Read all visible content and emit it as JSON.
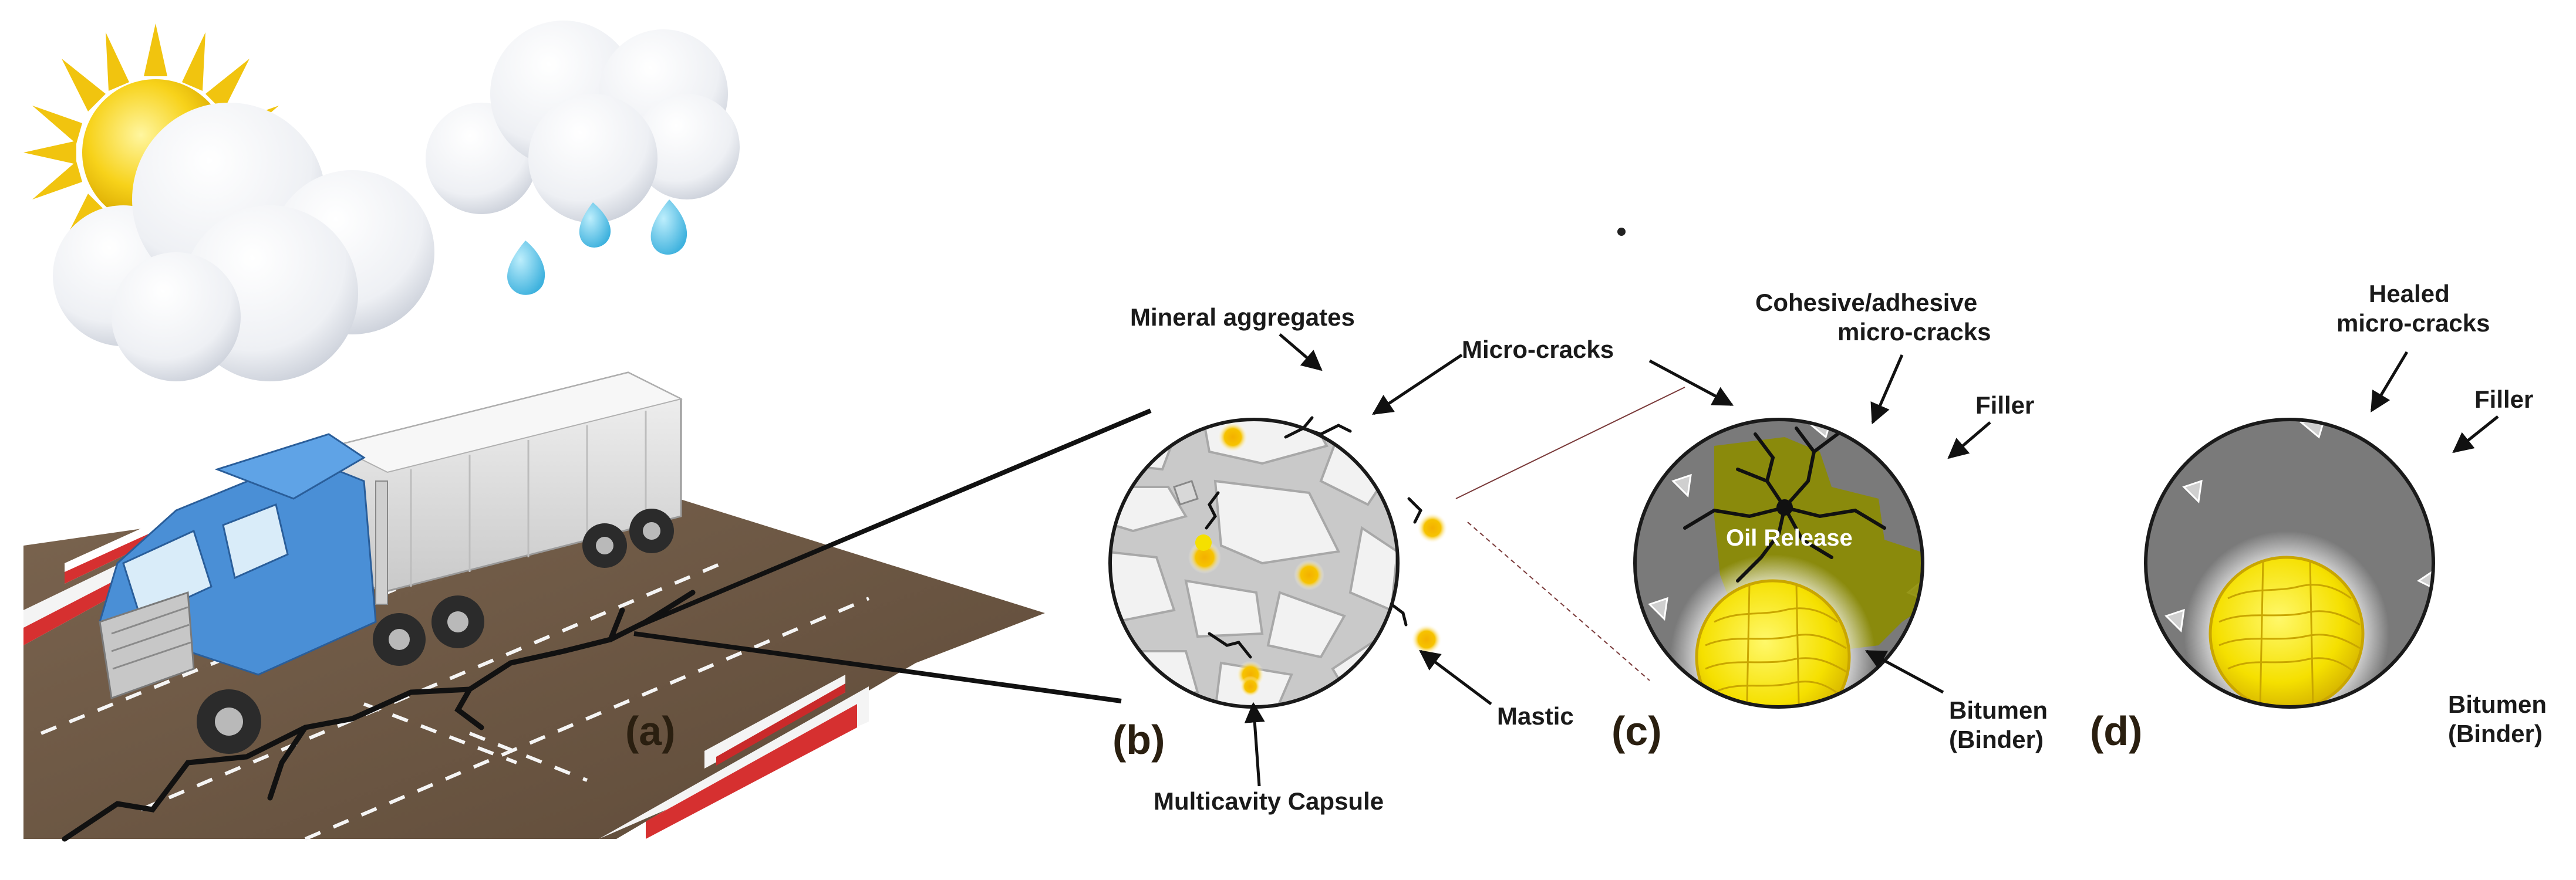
{
  "panels": {
    "a": "(a)",
    "b": "(b)",
    "c": "(c)",
    "d": "(d)"
  },
  "labels_b": {
    "mineral_aggregates": "Mineral aggregates",
    "micro_cracks": "Micro-cracks",
    "mastic": "Mastic",
    "multicavity_capsule": "Multicavity Capsule"
  },
  "labels_c": {
    "cohesive_line1": "Cohesive/adhesive",
    "cohesive_line2": "micro-cracks",
    "filler": "Filler",
    "oil_release": "Oil Release",
    "bitumen": "Bitumen",
    "binder": "(Binder)"
  },
  "labels_d": {
    "healed_line1": "Healed",
    "healed_line2": "micro-cracks",
    "filler": "Filler",
    "bitumen": "Bitumen",
    "binder": "(Binder)"
  },
  "icons": [
    "sun-icon",
    "cloud-icon",
    "rain-cloud-icon",
    "truck-icon",
    "road-icon"
  ],
  "colors": {
    "capsule_yellow": "#f5e000",
    "capsule_orange": "#f2b400",
    "oil_olive": "#8c8c00",
    "truck_blue": "#4a8fd6",
    "road_brown": "#6b5440",
    "circle_gray": "#7a7a7a"
  }
}
